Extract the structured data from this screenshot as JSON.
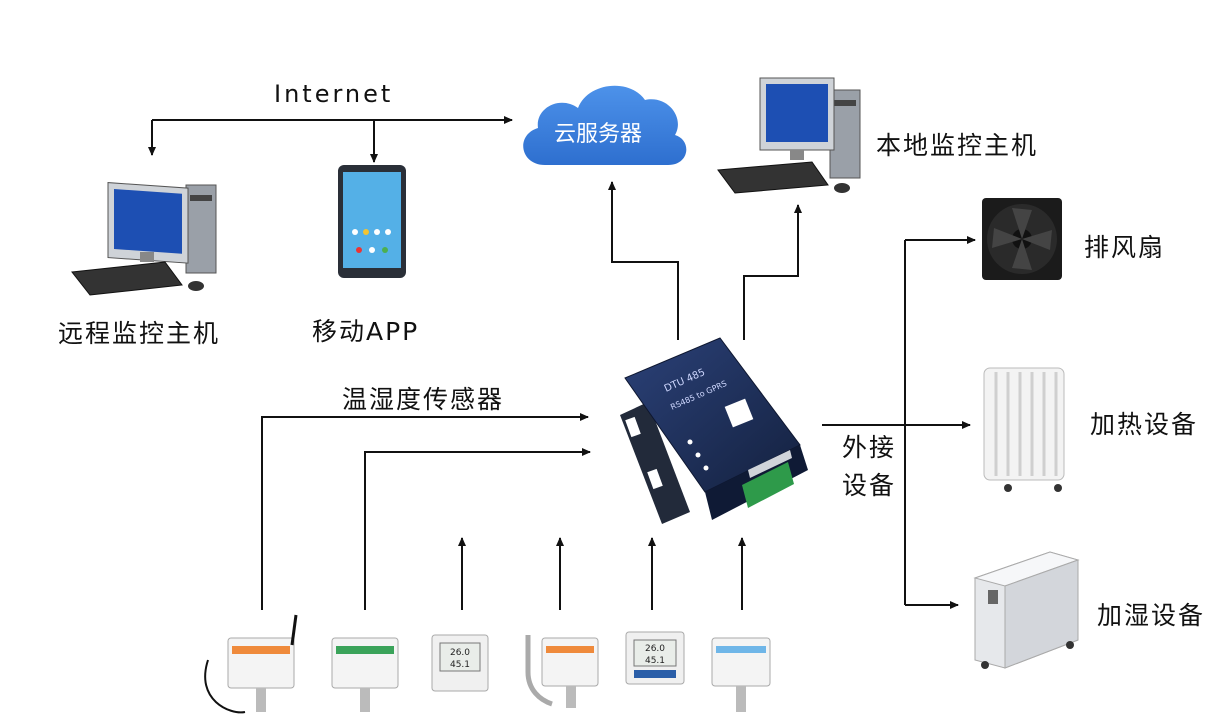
{
  "labels": {
    "internet": "Internet",
    "cloud_server": "云服务器",
    "local_host": "本地监控主机",
    "remote_host": "远程监控主机",
    "mobile_app": "移动APP",
    "sensor": "温湿度传感器",
    "external_line1": "外接",
    "external_line2": "设备",
    "fan": "排风扇",
    "heater": "加热设备",
    "humidifier": "加湿设备"
  },
  "gateway": {
    "top_text": "DTU 485",
    "top_text2": "RS485 to GPRS"
  },
  "sensor_readings": [
    {
      "line1": "26.0",
      "line2": "45.1"
    },
    {
      "line1": "26.0",
      "line2": "45.1"
    }
  ],
  "colors": {
    "cloud": "#3a7fd9",
    "gateway_body": "#1d2f5c",
    "arrow": "#111111"
  }
}
